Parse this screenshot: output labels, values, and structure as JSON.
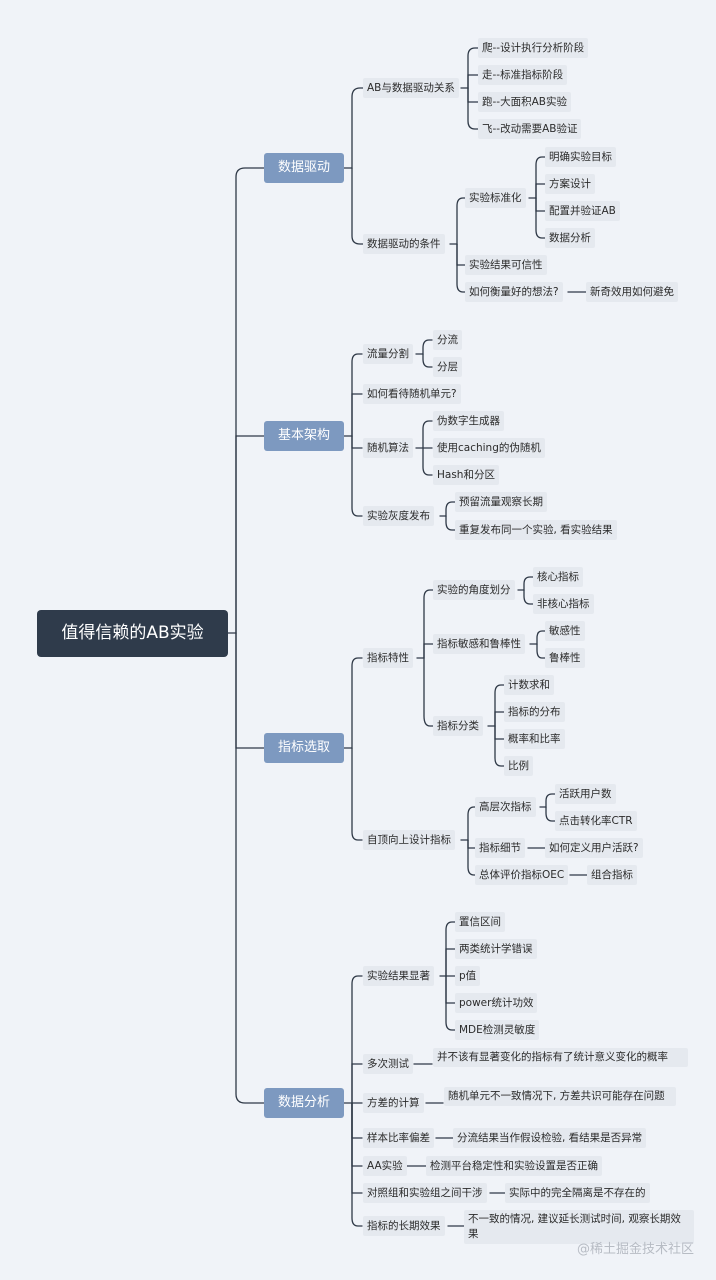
{
  "root": "值得信赖的AB实验",
  "branches": [
    {
      "label": "数据驱动",
      "children": [
        {
          "label": "AB与数据驱动关系",
          "children": [
            {
              "label": "爬--设计执行分析阶段"
            },
            {
              "label": "走--标准指标阶段"
            },
            {
              "label": "跑--大面积AB实验"
            },
            {
              "label": "飞--改动需要AB验证"
            }
          ]
        },
        {
          "label": "数据驱动的条件",
          "children": [
            {
              "label": "实验标准化",
              "children": [
                {
                  "label": "明确实验目标"
                },
                {
                  "label": "方案设计"
                },
                {
                  "label": "配置并验证AB"
                },
                {
                  "label": "数据分析"
                }
              ]
            },
            {
              "label": "实验结果可信性"
            },
            {
              "label": "如何衡量好的想法?",
              "children": [
                {
                  "label": "新奇效用如何避免"
                }
              ]
            }
          ]
        }
      ]
    },
    {
      "label": "基本架构",
      "children": [
        {
          "label": "流量分割",
          "children": [
            {
              "label": "分流"
            },
            {
              "label": "分层"
            }
          ]
        },
        {
          "label": "如何看待随机单元?"
        },
        {
          "label": "随机算法",
          "children": [
            {
              "label": "伪数字生成器"
            },
            {
              "label": "使用caching的伪随机"
            },
            {
              "label": "Hash和分区"
            }
          ]
        },
        {
          "label": "实验灰度发布",
          "children": [
            {
              "label": "预留流量观察长期"
            },
            {
              "label": "重复发布同一个实验, 看实验结果"
            }
          ]
        }
      ]
    },
    {
      "label": "指标选取",
      "children": [
        {
          "label": "指标特性",
          "children": [
            {
              "label": "实验的角度划分",
              "children": [
                {
                  "label": "核心指标"
                },
                {
                  "label": "非核心指标"
                }
              ]
            },
            {
              "label": "指标敏感和鲁棒性",
              "children": [
                {
                  "label": "敏感性"
                },
                {
                  "label": "鲁棒性"
                }
              ]
            },
            {
              "label": "指标分类",
              "children": [
                {
                  "label": "计数求和"
                },
                {
                  "label": "指标的分布"
                },
                {
                  "label": "概率和比率"
                },
                {
                  "label": "比例"
                }
              ]
            }
          ]
        },
        {
          "label": "自顶向上设计指标",
          "children": [
            {
              "label": "高层次指标",
              "children": [
                {
                  "label": "活跃用户数"
                },
                {
                  "label": "点击转化率CTR"
                }
              ]
            },
            {
              "label": "指标细节",
              "children": [
                {
                  "label": "如何定义用户活跃?"
                }
              ]
            },
            {
              "label": "总体评价指标OEC",
              "children": [
                {
                  "label": "组合指标"
                }
              ]
            }
          ]
        }
      ]
    },
    {
      "label": "数据分析",
      "children": [
        {
          "label": "实验结果显著",
          "children": [
            {
              "label": "置信区间"
            },
            {
              "label": "两类统计学错误"
            },
            {
              "label": "p值"
            },
            {
              "label": "power统计功效"
            },
            {
              "label": "MDE检测灵敏度"
            }
          ]
        },
        {
          "label": "多次测试",
          "children": [
            {
              "label": "并不该有显著变化的指标有了统计意义变化的概率"
            }
          ]
        },
        {
          "label": "方差的计算",
          "children": [
            {
              "label": "随机单元不一致情况下, 方差共识可能存在问题"
            }
          ]
        },
        {
          "label": "样本比率偏差",
          "children": [
            {
              "label": "分流结果当作假设检验, 看结果是否异常"
            }
          ]
        },
        {
          "label": "AA实验",
          "children": [
            {
              "label": "检测平台稳定性和实验设置是否正确"
            }
          ]
        },
        {
          "label": "对照组和实验组之间干涉",
          "children": [
            {
              "label": "实际中的完全隔离是不存在的"
            }
          ]
        },
        {
          "label": "指标的长期效果",
          "children": [
            {
              "label": "不一致的情况, 建议延长测试时间, 观察长期效果"
            }
          ]
        }
      ]
    }
  ],
  "watermark": "@稀土掘金技术社区"
}
